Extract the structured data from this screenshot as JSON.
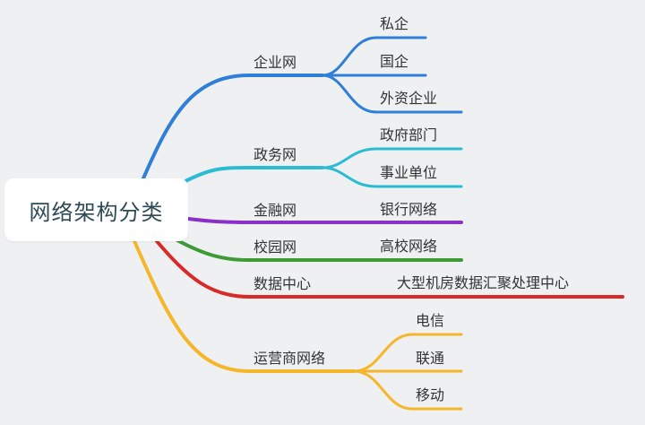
{
  "root": {
    "label": "网络架构分类"
  },
  "branches": [
    {
      "label": "企业网",
      "color": "#2f7fd8",
      "leaves": [
        "私企",
        "国企",
        "外资企业"
      ]
    },
    {
      "label": "政务网",
      "color": "#2bbcd4",
      "leaves": [
        "政府部门",
        "事业单位"
      ]
    },
    {
      "label": "金融网",
      "color": "#8a2fc8",
      "leaves": [
        "银行网络"
      ]
    },
    {
      "label": "校园网",
      "color": "#3c9b35",
      "leaves": [
        "高校网络"
      ]
    },
    {
      "label": "数据中心",
      "color": "#d92a2a",
      "leaves": [
        "大型机房数据汇聚处理中心"
      ]
    },
    {
      "label": "运营商网络",
      "color": "#f5b62b",
      "leaves": [
        "电信",
        "联通",
        "移动"
      ]
    }
  ]
}
